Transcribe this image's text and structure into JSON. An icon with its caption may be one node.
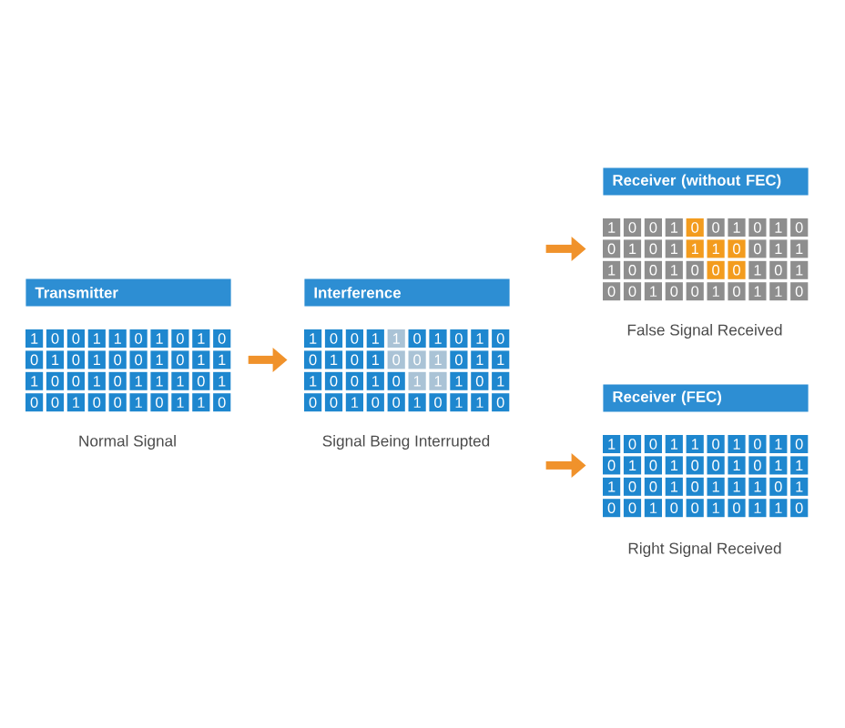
{
  "diagram": {
    "nodes": [
      {
        "text": [
          "Transmitter"
        ]
      },
      {
        "text": [
          "1"
        ]
      },
      {
        "text": [
          "0"
        ]
      },
      {
        "text": [
          "0"
        ]
      },
      {
        "text": [
          "1"
        ]
      },
      {
        "text": [
          "1"
        ]
      },
      {
        "text": [
          "0"
        ]
      },
      {
        "text": [
          "1"
        ]
      },
      {
        "text": [
          "0"
        ]
      },
      {
        "text": [
          "1"
        ]
      },
      {
        "text": [
          "0"
        ]
      },
      {
        "text": [
          "0"
        ]
      },
      {
        "text": [
          "1"
        ]
      },
      {
        "text": [
          "0"
        ]
      },
      {
        "text": [
          "1"
        ]
      },
      {
        "text": [
          "0"
        ]
      },
      {
        "text": [
          "0"
        ]
      },
      {
        "text": [
          "1"
        ]
      },
      {
        "text": [
          "0"
        ]
      },
      {
        "text": [
          "1"
        ]
      },
      {
        "text": [
          "1"
        ]
      },
      {
        "text": [
          "1"
        ]
      },
      {
        "text": [
          "0"
        ]
      },
      {
        "text": [
          "0"
        ]
      },
      {
        "text": [
          "1"
        ]
      },
      {
        "text": [
          "0"
        ]
      },
      {
        "text": [
          "1"
        ]
      },
      {
        "text": [
          "1"
        ]
      },
      {
        "text": [
          "1"
        ]
      },
      {
        "text": [
          "0"
        ]
      },
      {
        "text": [
          "1"
        ]
      },
      {
        "text": [
          "0"
        ]
      },
      {
        "text": [
          "0"
        ]
      },
      {
        "text": [
          "1"
        ]
      },
      {
        "text": [
          "0"
        ]
      },
      {
        "text": [
          "0"
        ]
      },
      {
        "text": [
          "1"
        ]
      },
      {
        "text": [
          "0"
        ]
      },
      {
        "text": [
          "1"
        ]
      },
      {
        "text": [
          "1"
        ]
      },
      {
        "text": [
          "0"
        ]
      },
      {
        "text": [
          "Interference"
        ]
      },
      {
        "text": [
          "1"
        ]
      },
      {
        "text": [
          "0"
        ]
      },
      {
        "text": [
          "0"
        ]
      },
      {
        "text": [
          "1"
        ]
      },
      {
        "text": [
          "1"
        ]
      },
      {
        "text": [
          "0"
        ]
      },
      {
        "text": [
          "1"
        ]
      },
      {
        "text": [
          "0"
        ]
      },
      {
        "text": [
          "1"
        ]
      },
      {
        "text": [
          "0"
        ]
      },
      {
        "text": [
          "0"
        ]
      },
      {
        "text": [
          "1"
        ]
      },
      {
        "text": [
          "0"
        ]
      },
      {
        "text": [
          "1"
        ]
      },
      {
        "text": [
          "0"
        ]
      },
      {
        "text": [
          "0"
        ]
      },
      {
        "text": [
          "1"
        ]
      },
      {
        "text": [
          "0"
        ]
      },
      {
        "text": [
          "1"
        ]
      },
      {
        "text": [
          "1"
        ]
      },
      {
        "text": [
          "1"
        ]
      },
      {
        "text": [
          "0"
        ]
      },
      {
        "text": [
          "0"
        ]
      },
      {
        "text": [
          "1"
        ]
      },
      {
        "text": [
          "0"
        ]
      },
      {
        "text": [
          "1"
        ]
      },
      {
        "text": [
          "1"
        ]
      },
      {
        "text": [
          "1"
        ]
      },
      {
        "text": [
          "0"
        ]
      },
      {
        "text": [
          "1"
        ]
      },
      {
        "text": [
          "0"
        ]
      },
      {
        "text": [
          "0"
        ]
      },
      {
        "text": [
          "1"
        ]
      },
      {
        "text": [
          "0"
        ]
      },
      {
        "text": [
          "0"
        ]
      },
      {
        "text": [
          "1"
        ]
      },
      {
        "text": [
          "0"
        ]
      },
      {
        "text": [
          "1"
        ]
      },
      {
        "text": [
          "1"
        ]
      },
      {
        "text": [
          "0"
        ]
      },
      {
        "text": [
          "Receiver (without FEC)"
        ]
      },
      {
        "text": [
          "1"
        ]
      },
      {
        "text": [
          "0"
        ]
      },
      {
        "text": [
          "0"
        ]
      },
      {
        "text": [
          "1"
        ]
      },
      {
        "text": [
          "0"
        ]
      },
      {
        "text": [
          "0"
        ]
      },
      {
        "text": [
          "1"
        ]
      },
      {
        "text": [
          "0"
        ]
      },
      {
        "text": [
          "1"
        ]
      },
      {
        "text": [
          "0"
        ]
      },
      {
        "text": [
          "0"
        ]
      },
      {
        "text": [
          "1"
        ]
      },
      {
        "text": [
          "0"
        ]
      },
      {
        "text": [
          "1"
        ]
      },
      {
        "text": [
          "1"
        ]
      },
      {
        "text": [
          "1"
        ]
      },
      {
        "text": [
          "0"
        ]
      },
      {
        "text": [
          "0"
        ]
      },
      {
        "text": [
          "1"
        ]
      },
      {
        "text": [
          "1"
        ]
      },
      {
        "text": [
          "1"
        ]
      },
      {
        "text": [
          "0"
        ]
      },
      {
        "text": [
          "0"
        ]
      },
      {
        "text": [
          "1"
        ]
      },
      {
        "text": [
          "0"
        ]
      },
      {
        "text": [
          "0"
        ]
      },
      {
        "text": [
          "0"
        ]
      },
      {
        "text": [
          "1"
        ]
      },
      {
        "text": [
          "0"
        ]
      },
      {
        "text": [
          "1"
        ]
      },
      {
        "text": [
          "0"
        ]
      },
      {
        "text": [
          "0"
        ]
      },
      {
        "text": [
          "1"
        ]
      },
      {
        "text": [
          "0"
        ]
      },
      {
        "text": [
          "0"
        ]
      },
      {
        "text": [
          "1"
        ]
      },
      {
        "text": [
          "0"
        ]
      },
      {
        "text": [
          "1"
        ]
      },
      {
        "text": [
          "1"
        ]
      },
      {
        "text": [
          "0"
        ]
      },
      {
        "text": [
          "Receiver (FEC)"
        ]
      },
      {
        "text": [
          "1"
        ]
      },
      {
        "text": [
          "0"
        ]
      },
      {
        "text": [
          "0"
        ]
      },
      {
        "text": [
          "1"
        ]
      },
      {
        "text": [
          "1"
        ]
      },
      {
        "text": [
          "0"
        ]
      },
      {
        "text": [
          "1"
        ]
      },
      {
        "text": [
          "0"
        ]
      },
      {
        "text": [
          "1"
        ]
      },
      {
        "text": [
          "0"
        ]
      },
      {
        "text": [
          "0"
        ]
      },
      {
        "text": [
          "1"
        ]
      },
      {
        "text": [
          "0"
        ]
      },
      {
        "text": [
          "1"
        ]
      },
      {
        "text": [
          "0"
        ]
      },
      {
        "text": [
          "0"
        ]
      },
      {
        "text": [
          "1"
        ]
      },
      {
        "text": [
          "0"
        ]
      },
      {
        "text": [
          "1"
        ]
      },
      {
        "text": [
          "1"
        ]
      },
      {
        "text": [
          "1"
        ]
      },
      {
        "text": [
          "0"
        ]
      },
      {
        "text": [
          "0"
        ]
      },
      {
        "text": [
          "1"
        ]
      },
      {
        "text": [
          "0"
        ]
      },
      {
        "text": [
          "1"
        ]
      },
      {
        "text": [
          "1"
        ]
      },
      {
        "text": [
          "1"
        ]
      },
      {
        "text": [
          "0"
        ]
      },
      {
        "text": [
          "1"
        ]
      },
      {
        "text": [
          "0"
        ]
      },
      {
        "text": [
          "0"
        ]
      },
      {
        "text": [
          "1"
        ]
      },
      {
        "text": [
          "0"
        ]
      },
      {
        "text": [
          "0"
        ]
      },
      {
        "text": [
          "1"
        ]
      },
      {
        "text": [
          "0"
        ]
      },
      {
        "text": [
          "1"
        ]
      },
      {
        "text": [
          "1"
        ]
      },
      {
        "text": [
          "0"
        ]
      }
    ],
    "edges": [
      {
        "from": 20,
        "to": 52,
        "arrow": "to"
      },
      {
        "from": null,
        "to": 93,
        "arrow": "to"
      },
      {
        "from": null,
        "to": 134,
        "arrow": "to"
      }
    ],
    "labels": [
      "False Signal Received",
      "Normal Signal",
      "Signal Being Interrupted",
      "Right Signal Received"
    ]
  }
}
